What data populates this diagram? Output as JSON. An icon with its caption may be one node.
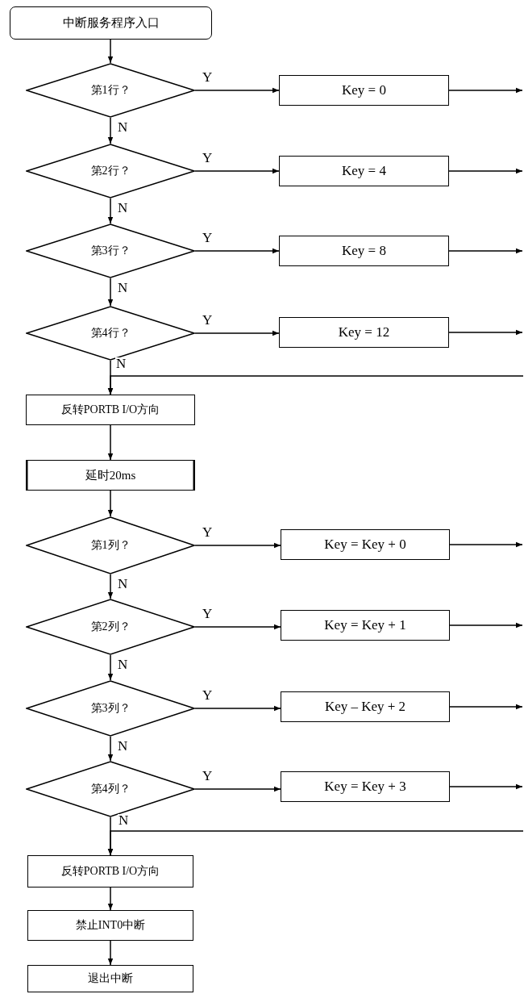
{
  "diagram": {
    "nodes": [
      {
        "text": [
          "中断服务程序入口"
        ]
      },
      {
        "text": [
          "第1行？"
        ]
      },
      {
        "text": [
          "Key = 0"
        ]
      },
      {
        "text": [
          "第2行？"
        ]
      },
      {
        "text": [
          "Key = 4"
        ]
      },
      {
        "text": [
          "第3行？"
        ]
      },
      {
        "text": [
          "Key = 8"
        ]
      },
      {
        "text": [
          "第4行？"
        ]
      },
      {
        "text": [
          "Key = 12"
        ]
      },
      {
        "text": [
          "反转PORTB I/O方向"
        ]
      },
      {
        "text": [
          "延时20ms"
        ]
      },
      {
        "text": [
          "第1列？"
        ]
      },
      {
        "text": [
          "Key = Key + 0"
        ]
      },
      {
        "text": [
          "第2列？"
        ]
      },
      {
        "text": [
          "Key = Key + 1"
        ]
      },
      {
        "text": [
          "第3列？"
        ]
      },
      {
        "text": [
          "Key – Key + 2"
        ]
      },
      {
        "text": [
          "第4列？"
        ]
      },
      {
        "text": [
          "Key = Key + 3"
        ]
      },
      {
        "text": [
          "反转PORTB I/O方向"
        ]
      },
      {
        "text": [
          "禁止INT0中断"
        ]
      },
      {
        "text": [
          "退出中断"
        ]
      }
    ],
    "edges": [
      {
        "from": 0,
        "to": 1,
        "arrow": "to"
      },
      {
        "from": 1,
        "to": 2,
        "arrow": "to",
        "label": "Y"
      },
      {
        "from": 1,
        "to": 3,
        "arrow": "to",
        "label": "N"
      },
      {
        "from": 3,
        "to": 4,
        "arrow": "to",
        "label": "Y"
      },
      {
        "from": 3,
        "to": 5,
        "arrow": "to",
        "label": "N"
      },
      {
        "from": 5,
        "to": 6,
        "arrow": "to",
        "label": "Y"
      },
      {
        "from": 5,
        "to": 7,
        "arrow": "to",
        "label": "N"
      },
      {
        "from": 7,
        "to": 8,
        "arrow": "to",
        "label": "Y"
      },
      {
        "from": 7,
        "to": 9,
        "arrow": "to",
        "label": "N"
      },
      {
        "from": 2,
        "to": null,
        "arrow": "to"
      },
      {
        "from": 4,
        "to": null,
        "arrow": "to"
      },
      {
        "from": 6,
        "to": null,
        "arrow": "to"
      },
      {
        "from": 8,
        "to": null,
        "arrow": "to"
      },
      {
        "from": null,
        "to": 9,
        "arrow": "to"
      },
      {
        "from": 9,
        "to": 10,
        "arrow": "to"
      },
      {
        "from": 10,
        "to": 11,
        "arrow": "to"
      },
      {
        "from": 11,
        "to": 12,
        "arrow": "to",
        "label": "Y"
      },
      {
        "from": 11,
        "to": 13,
        "arrow": "to",
        "label": "N"
      },
      {
        "from": 13,
        "to": 14,
        "arrow": "to",
        "label": "Y"
      },
      {
        "from": 13,
        "to": 15,
        "arrow": "to",
        "label": "N"
      },
      {
        "from": 15,
        "to": 16,
        "arrow": "to",
        "label": "Y"
      },
      {
        "from": 15,
        "to": 17,
        "arrow": "to",
        "label": "N"
      },
      {
        "from": 17,
        "to": 18,
        "arrow": "to",
        "label": "Y"
      },
      {
        "from": 17,
        "to": 19,
        "arrow": "to",
        "label": "N"
      },
      {
        "from": 12,
        "to": null,
        "arrow": "to"
      },
      {
        "from": 14,
        "to": null,
        "arrow": "to"
      },
      {
        "from": 16,
        "to": null,
        "arrow": "to"
      },
      {
        "from": 18,
        "to": null,
        "arrow": "to"
      },
      {
        "from": null,
        "to": 19,
        "arrow": "to"
      },
      {
        "from": 19,
        "to": 20,
        "arrow": "to"
      },
      {
        "from": 20,
        "to": 21,
        "arrow": "to"
      }
    ]
  }
}
